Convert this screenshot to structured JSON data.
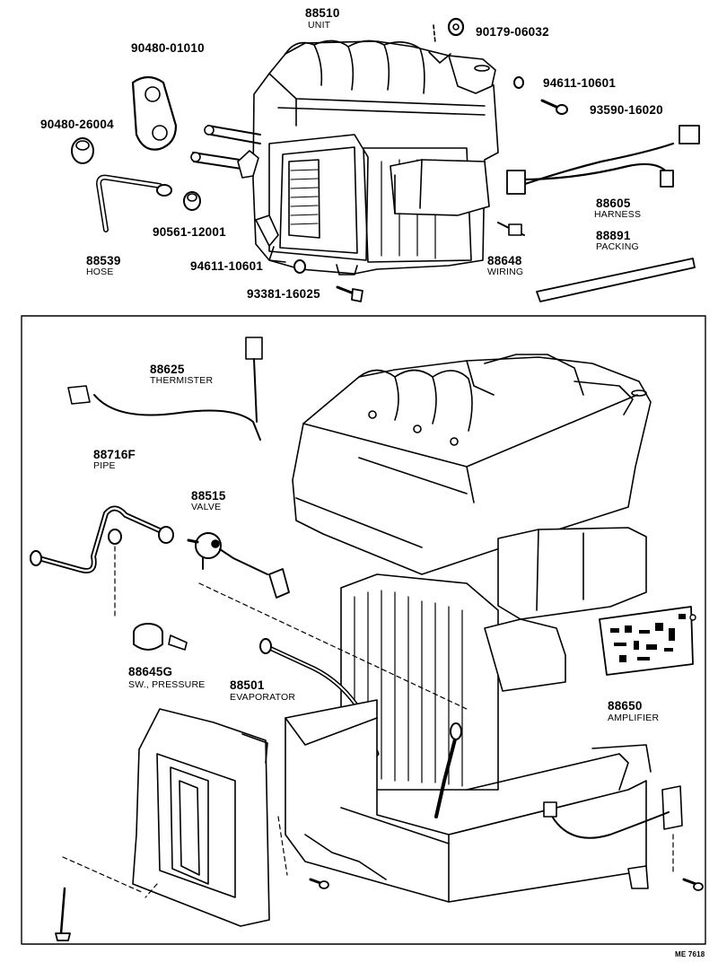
{
  "diagram": {
    "colors": {
      "ink": "#000000",
      "paper": "#ffffff",
      "shade": "#1a1a1a"
    },
    "figure_ref": "ME 7618",
    "parts": {
      "unit": {
        "number": "88510",
        "name": "UNIT"
      },
      "grommet_a": {
        "number": "90480-01010"
      },
      "grommet_b": {
        "number": "90480-26004"
      },
      "nut_a": {
        "number": "90179-06032"
      },
      "nut_b": {
        "number": "94611-10601"
      },
      "screw_a": {
        "number": "93590-16020"
      },
      "harness": {
        "number": "88605",
        "name": "HARNESS"
      },
      "packing": {
        "number": "88891",
        "name": "PACKING"
      },
      "wiring": {
        "number": "88648",
        "name": "WIRING"
      },
      "hose": {
        "number": "88539",
        "name": "HOSE"
      },
      "plug": {
        "number": "90561-12001"
      },
      "nut_c": {
        "number": "94611-10601"
      },
      "screw_b": {
        "number": "93381-16025"
      },
      "thermister": {
        "number": "88625",
        "name": "THERMISTER"
      },
      "pipe": {
        "number": "88716F",
        "name": "PIPE"
      },
      "valve": {
        "number": "88515",
        "name": "VALVE"
      },
      "pressure_switch": {
        "number": "88645G",
        "name": "SW., PRESSURE"
      },
      "evaporator": {
        "number": "88501",
        "name": "EVAPORATOR"
      },
      "amplifier": {
        "number": "88650",
        "name": "AMPLIFIER"
      }
    }
  }
}
